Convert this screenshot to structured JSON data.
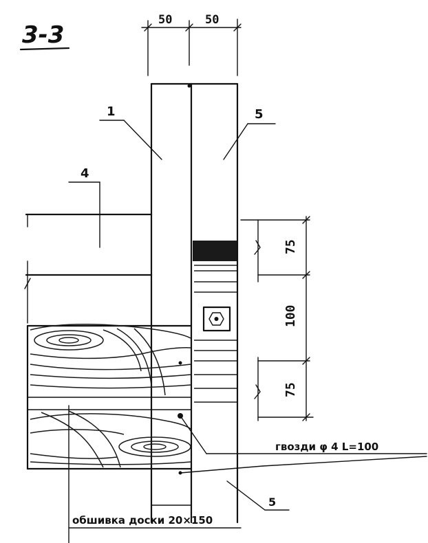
{
  "title": "3-3",
  "dimensions": {
    "top_left": "50",
    "top_right": "50",
    "right_upper": "75",
    "right_middle": "100",
    "right_lower": "75"
  },
  "callouts": {
    "post": "1",
    "board_right": "5",
    "beam": "4",
    "board_bottom": "5"
  },
  "notes": {
    "nails": "гвозди φ 4 L=100",
    "sheathing": "обшивка доски 20×150"
  },
  "colors": {
    "ink": "#111111",
    "paper": "#ffffff"
  }
}
